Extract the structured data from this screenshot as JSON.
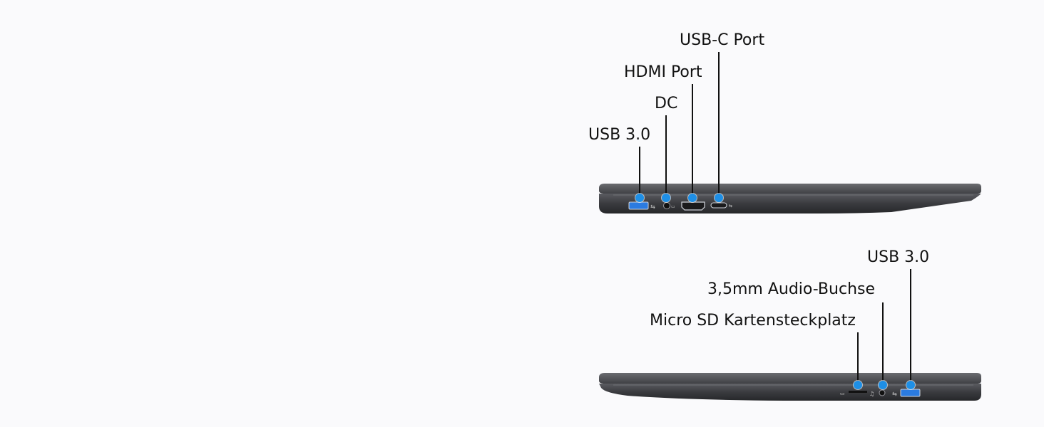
{
  "accent_color": "#1e8fe6",
  "laptop_color": "#3a3b3f",
  "top_view": {
    "labels": [
      {
        "key": "usb30",
        "text": "USB 3.0"
      },
      {
        "key": "dc",
        "text": "DC"
      },
      {
        "key": "hdmi",
        "text": "HDMI Port"
      },
      {
        "key": "usbc",
        "text": "USB-C Port"
      }
    ]
  },
  "bottom_view": {
    "labels": [
      {
        "key": "sd",
        "text": "Micro SD Kartensteckplatz"
      },
      {
        "key": "audio",
        "text": "3,5mm Audio-Buchse"
      },
      {
        "key": "usb30",
        "text": "USB 3.0"
      }
    ]
  }
}
